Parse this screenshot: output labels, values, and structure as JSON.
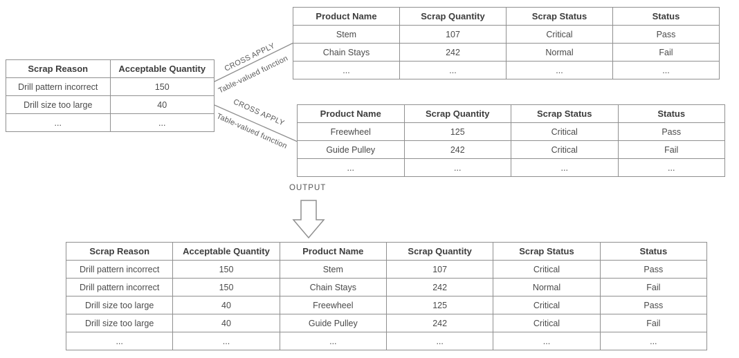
{
  "diagram": {
    "source_table": {
      "headers": [
        "Scrap Reason",
        "Acceptable Quantity"
      ],
      "rows": [
        [
          "Drill pattern incorrect",
          "150"
        ],
        [
          "Drill size too large",
          "40"
        ],
        [
          "...",
          "..."
        ]
      ]
    },
    "tvf_table_1": {
      "headers": [
        "Product Name",
        "Scrap Quantity",
        "Scrap Status",
        "Status"
      ],
      "rows": [
        [
          "Stem",
          "107",
          "Critical",
          "Pass"
        ],
        [
          "Chain Stays",
          "242",
          "Normal",
          "Fail"
        ],
        [
          "...",
          "...",
          "...",
          "..."
        ]
      ]
    },
    "tvf_table_2": {
      "headers": [
        "Product Name",
        "Scrap Quantity",
        "Scrap Status",
        "Status"
      ],
      "rows": [
        [
          "Freewheel",
          "125",
          "Critical",
          "Pass"
        ],
        [
          "Guide Pulley",
          "242",
          "Critical",
          "Fail"
        ],
        [
          "...",
          "...",
          "...",
          "..."
        ]
      ]
    },
    "output_table": {
      "headers": [
        "Scrap Reason",
        "Acceptable Quantity",
        "Product Name",
        "Scrap Quantity",
        "Scrap Status",
        "Status"
      ],
      "rows": [
        [
          "Drill pattern incorrect",
          "150",
          "Stem",
          "107",
          "Critical",
          "Pass"
        ],
        [
          "Drill pattern incorrect",
          "150",
          "Chain Stays",
          "242",
          "Normal",
          "Fail"
        ],
        [
          "Drill size too large",
          "40",
          "Freewheel",
          "125",
          "Critical",
          "Pass"
        ],
        [
          "Drill size too large",
          "40",
          "Guide Pulley",
          "242",
          "Critical",
          "Fail"
        ],
        [
          "...",
          "...",
          "...",
          "...",
          "...",
          "..."
        ]
      ]
    },
    "connector_top": {
      "label_line1": "CROSS APPLY",
      "label_line2": "Table-valued function"
    },
    "connector_bottom": {
      "label_line1": "CROSS APPLY",
      "label_line2": "Table-valued function"
    },
    "output_label": "OUTPUT",
    "colors": {
      "border": "#8f8f8f",
      "text": "#4a4a4a",
      "background": "#ffffff"
    }
  }
}
